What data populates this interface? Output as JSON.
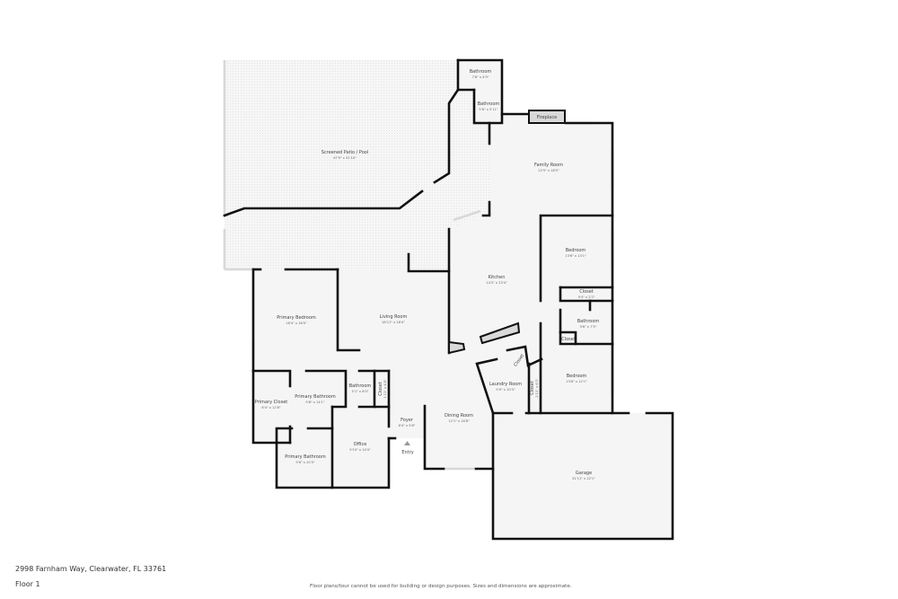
{
  "footer": {
    "address": "2998 Farnham Way, Clearwater, FL 33761",
    "floor": "Floor 1",
    "disclaimer": "Floor plans/tour cannot be used for building or design purposes. Sizes and dimensions are approximate."
  },
  "rooms": [
    {
      "name": "Bathroom",
      "dims": "7'8\" x 4'9\""
    },
    {
      "name": "Bathroom",
      "dims": "5'8\" x 5'11\""
    },
    {
      "name": "Fireplace",
      "dims": ""
    },
    {
      "name": "Screened Patio / Pool",
      "dims": "47'9\" x 31'10\""
    },
    {
      "name": "Family Room",
      "dims": "22'5\" x 18'5\""
    },
    {
      "name": "Bedroom",
      "dims": "13'6\" x 13'1\""
    },
    {
      "name": "Kitchen",
      "dims": "14'2\" x 23'4\""
    },
    {
      "name": "Closet",
      "dims": "9'4\" x 2'2\""
    },
    {
      "name": "Bathroom",
      "dims": "9'6\" x 7'5\""
    },
    {
      "name": "Closet",
      "dims": ""
    },
    {
      "name": "Living Room",
      "dims": "18'11\" x 18'4\""
    },
    {
      "name": "Primary Bedroom",
      "dims": "16'4\" x 16'0\""
    },
    {
      "name": "Bathroom",
      "dims": "5'1\" x 6'0\""
    },
    {
      "name": "Closet",
      "dims": "1'11\" x 4'4\""
    },
    {
      "name": "Laundry Room",
      "dims": "9'9\" x 10'3\""
    },
    {
      "name": "Closet",
      "dims": "2'11\" x 6'3\""
    },
    {
      "name": "Bedroom",
      "dims": "13'6\" x 12'1\""
    },
    {
      "name": "Primary Closet",
      "dims": "6'4\" x 12'8\""
    },
    {
      "name": "Primary Bathroom",
      "dims": "9'8\" x 14'1\""
    },
    {
      "name": "Foyer",
      "dims": "6'4\" x 5'8\""
    },
    {
      "name": "Dining Room",
      "dims": "12'1\" x 18'8\""
    },
    {
      "name": "Office",
      "dims": "9'10\" x 14'4\""
    },
    {
      "name": "Entry",
      "dims": ""
    },
    {
      "name": "Primary Bathroom",
      "dims": "9'6\" x 10'3\""
    },
    {
      "name": "Garage",
      "dims": "31'11\" x 22'1\""
    },
    {
      "name": "Closet",
      "dims": ""
    }
  ],
  "colors": {
    "wall": "#111111",
    "floor": "#f5f5f5",
    "fixture": "#d9d9d9"
  }
}
